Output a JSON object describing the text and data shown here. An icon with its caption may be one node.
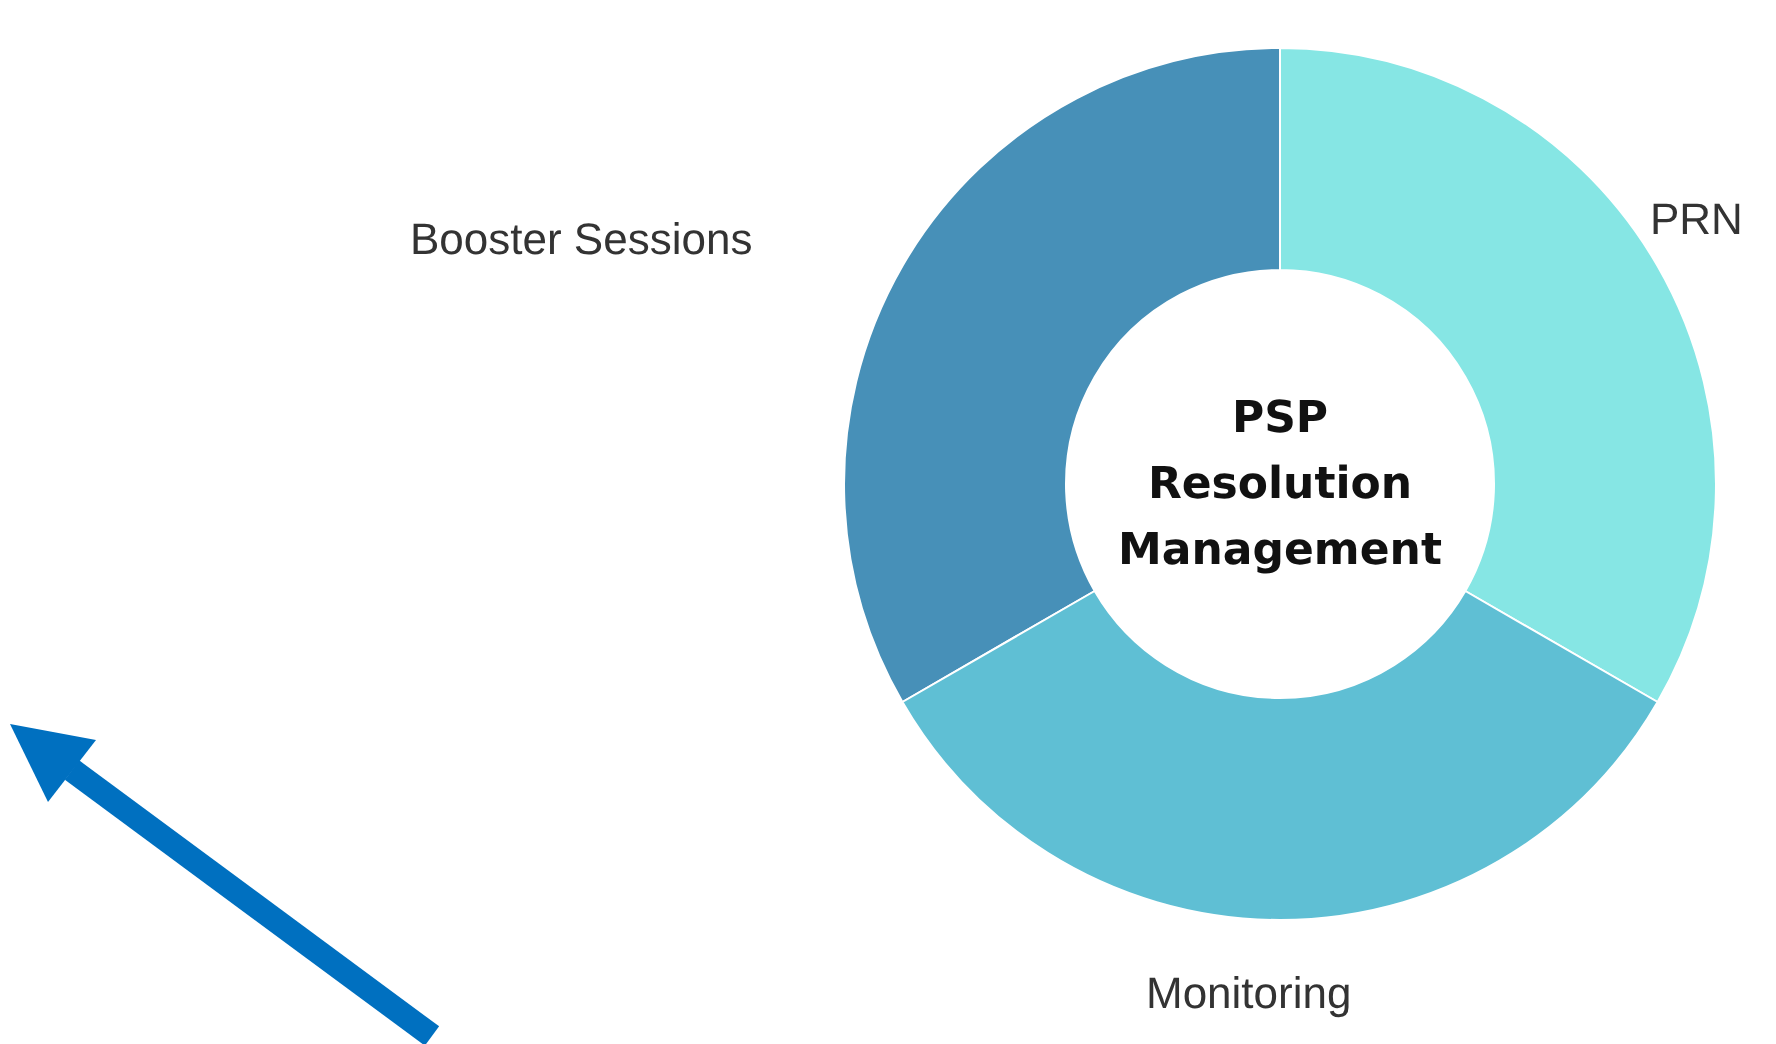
{
  "diagram": {
    "nodes": [
      {
        "text": [
          "PRN"
        ]
      },
      {
        "text": [
          "Booster Sessions"
        ]
      },
      {
        "text": [
          "PSP Resolution Management"
        ]
      },
      {
        "text": [
          "Monitoring"
        ]
      }
    ]
  }
}
